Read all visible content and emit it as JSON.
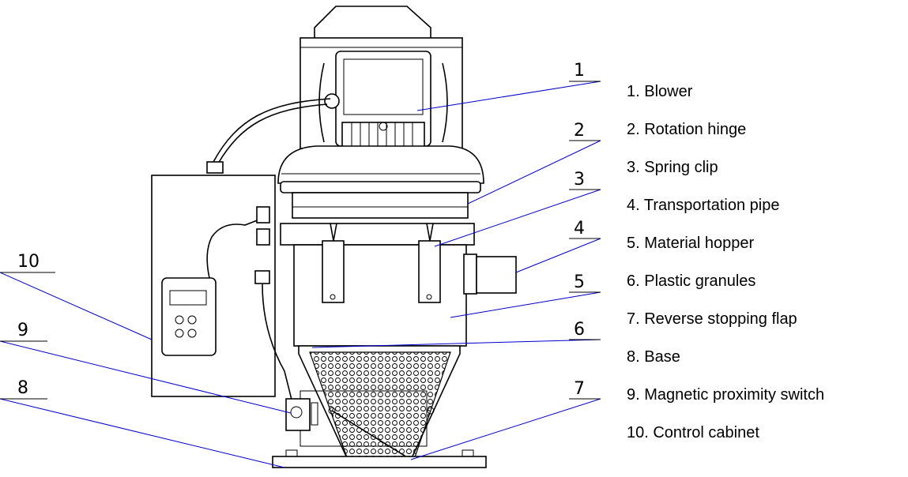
{
  "callouts": [
    {
      "number": "1"
    },
    {
      "number": "2"
    },
    {
      "number": "3"
    },
    {
      "number": "4"
    },
    {
      "number": "5"
    },
    {
      "number": "6"
    },
    {
      "number": "7"
    },
    {
      "number": "8"
    },
    {
      "number": "9"
    },
    {
      "number": "10"
    }
  ],
  "legend": [
    "1. Blower",
    "2. Rotation hinge",
    "3. Spring clip",
    "4.  Transportation pipe",
    "5.  Material hopper",
    "6.  Plastic granules",
    "7.  Reverse stopping flap",
    "8.  Base",
    "9.  Magnetic proximity switch",
    "10. Control cabinet"
  ],
  "colors": {
    "line": "#000000",
    "leader": "#0000cc",
    "background": "#ffffff"
  }
}
